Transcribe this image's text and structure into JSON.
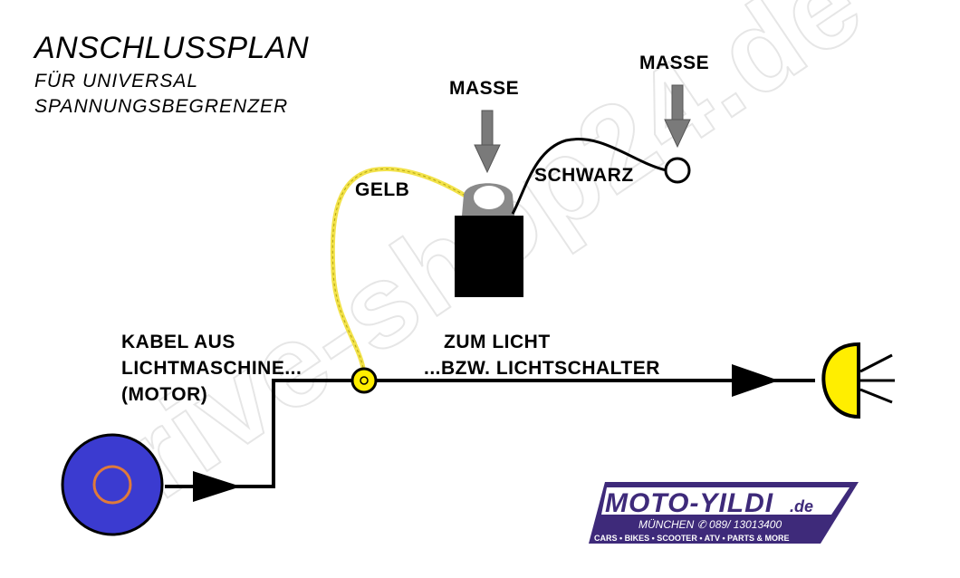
{
  "title": "ANSCHLUSSPLAN",
  "subtitle_lines": [
    "FÜR UNIVERSAL",
    "SPANNUNGSBEGRENZER"
  ],
  "labels": {
    "masse_center": "MASSE",
    "masse_right": "MASSE",
    "gelb": "GELB",
    "schwarz": "SCHWARZ",
    "source_lines": [
      "KABEL AUS",
      "LICHTMASCHINE...",
      "(MOTOR)"
    ],
    "dest_lines": [
      "ZUM LICHT",
      "...BZW. LICHTSCHALTER"
    ]
  },
  "watermark": "drive-shop24.de",
  "logo": {
    "brand": "MOTO-YILDI",
    "tld": ".de",
    "city_phone": "MÜNCHEN ✆ 089/ 13013400",
    "tagline": "CARS • BIKES • SCOOTER • ATV • PARTS & MORE"
  },
  "colors": {
    "wire": "#000000",
    "yellow_wire": "#f2e24a",
    "motor_fill": "#3b3bd0",
    "motor_ring": "#e07a3a",
    "lamp_fill": "#ffee00",
    "junction_fill": "#ffee00",
    "arrow_gray": "#7a7a7a",
    "logo_purple": "#3e2a7a",
    "watermark": "#e9e9e9"
  }
}
